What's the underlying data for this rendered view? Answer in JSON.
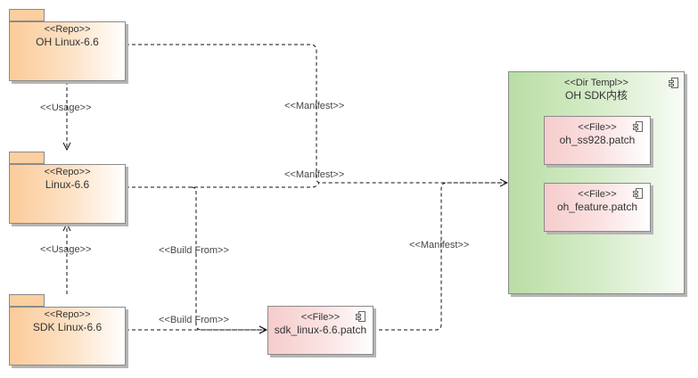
{
  "diagram": {
    "nodes": {
      "oh_linux": {
        "stereotype": "<<Repo>>",
        "name": "OH Linux-6.6"
      },
      "linux": {
        "stereotype": "<<Repo>>",
        "name": "Linux-6.6"
      },
      "sdk_linux": {
        "stereotype": "<<Repo>>",
        "name": "SDK Linux-6.6"
      },
      "sdk_patch": {
        "stereotype": "<<File>>",
        "name": "sdk_linux-6.6.patch"
      },
      "oh_sdk_dir": {
        "stereotype": "<<Dir Templ>>",
        "name": "OH SDK内核"
      },
      "oh_ss928": {
        "stereotype": "<<File>>",
        "name": "oh_ss928.patch"
      },
      "oh_feature": {
        "stereotype": "<<File>>",
        "name": "oh_feature.patch"
      }
    },
    "edges": {
      "usage_1": "<<Usage>>",
      "usage_2": "<<Usage>>",
      "manifest_oh": "<<Manifest>>",
      "manifest_linux": "<<Manifest>>",
      "manifest_patch": "<<Manifest>>",
      "build_from_linux": "<<Build From>>",
      "build_from_sdk": "<<Build From>>"
    },
    "colors": {
      "repo": "#fbcb9a",
      "file": "#f6cccc",
      "dir": "#b9dea4",
      "border": "#8a8a8a"
    }
  }
}
